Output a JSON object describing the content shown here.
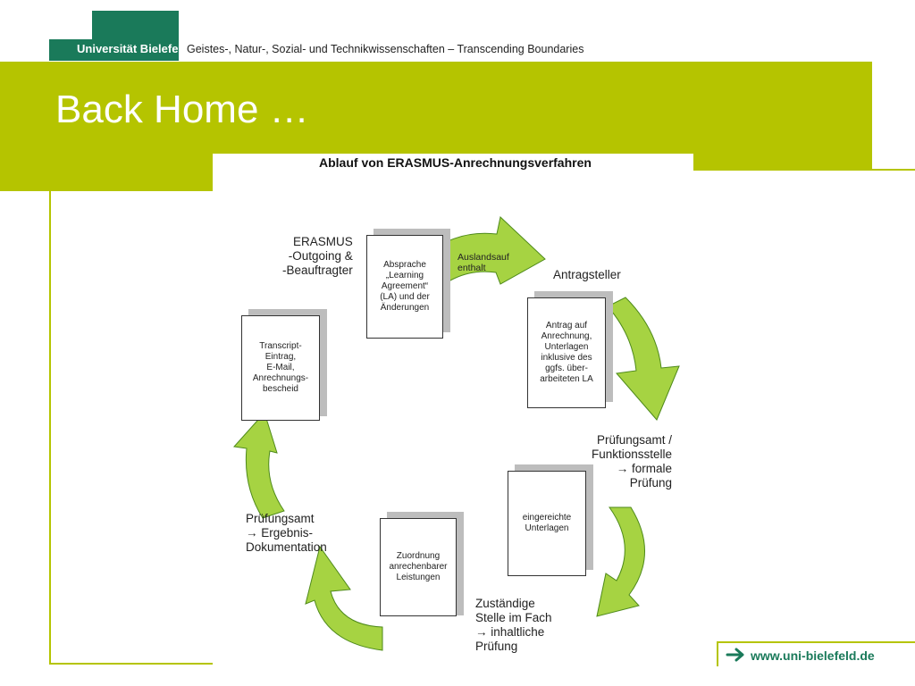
{
  "header": {
    "logo_text": "Universität Bielefeld",
    "tagline": "Geistes-, Natur-, Sozial- und Technikwissenschaften – Transcending Boundaries",
    "title": "Back Home …"
  },
  "footer": {
    "url": "www.uni-bielefeld.de"
  },
  "diagram": {
    "title": "Ablauf von ERASMUS-Anrechnungsverfahren",
    "docs": {
      "la": "Absprache\n„Learning\nAgreement“\n(LA) und der\nÄnderungen",
      "antrag": "Antrag auf\nAnrechnung,\nUnterlagen\ninklusive des\nggfs. über-\narbeiteten LA",
      "eingereicht": "eingereichte\nUnterlagen",
      "zuordnung": "Zuordnung\nanrechenbarer\nLeistungen",
      "transcript": "Transcript-\nEintrag,\nE-Mail,\nAnrechnungs-\nbescheid"
    },
    "labels": {
      "erasmus": "ERASMUS\n-Outgoing &\n-Beauftragter",
      "antragsteller": "Antragsteller",
      "pruefungsamt_fs": "Prüfungsamt /\nFunktionsstelle\n→ formale\nPrüfung",
      "fach": "Zuständige\nStelle im Fach\n→ inhaltliche\nPrüfung",
      "pruefungsamt_erg": "Prüfungsamt\n→ Ergebnis-\nDokumentation",
      "ausland": "Auslandsauf\nenthalt"
    },
    "colors": {
      "arrow_fill": "#a6d342",
      "arrow_stroke": "#4e8a1a",
      "brand_green": "#1a7a5a",
      "band_green": "#b5c400"
    }
  }
}
